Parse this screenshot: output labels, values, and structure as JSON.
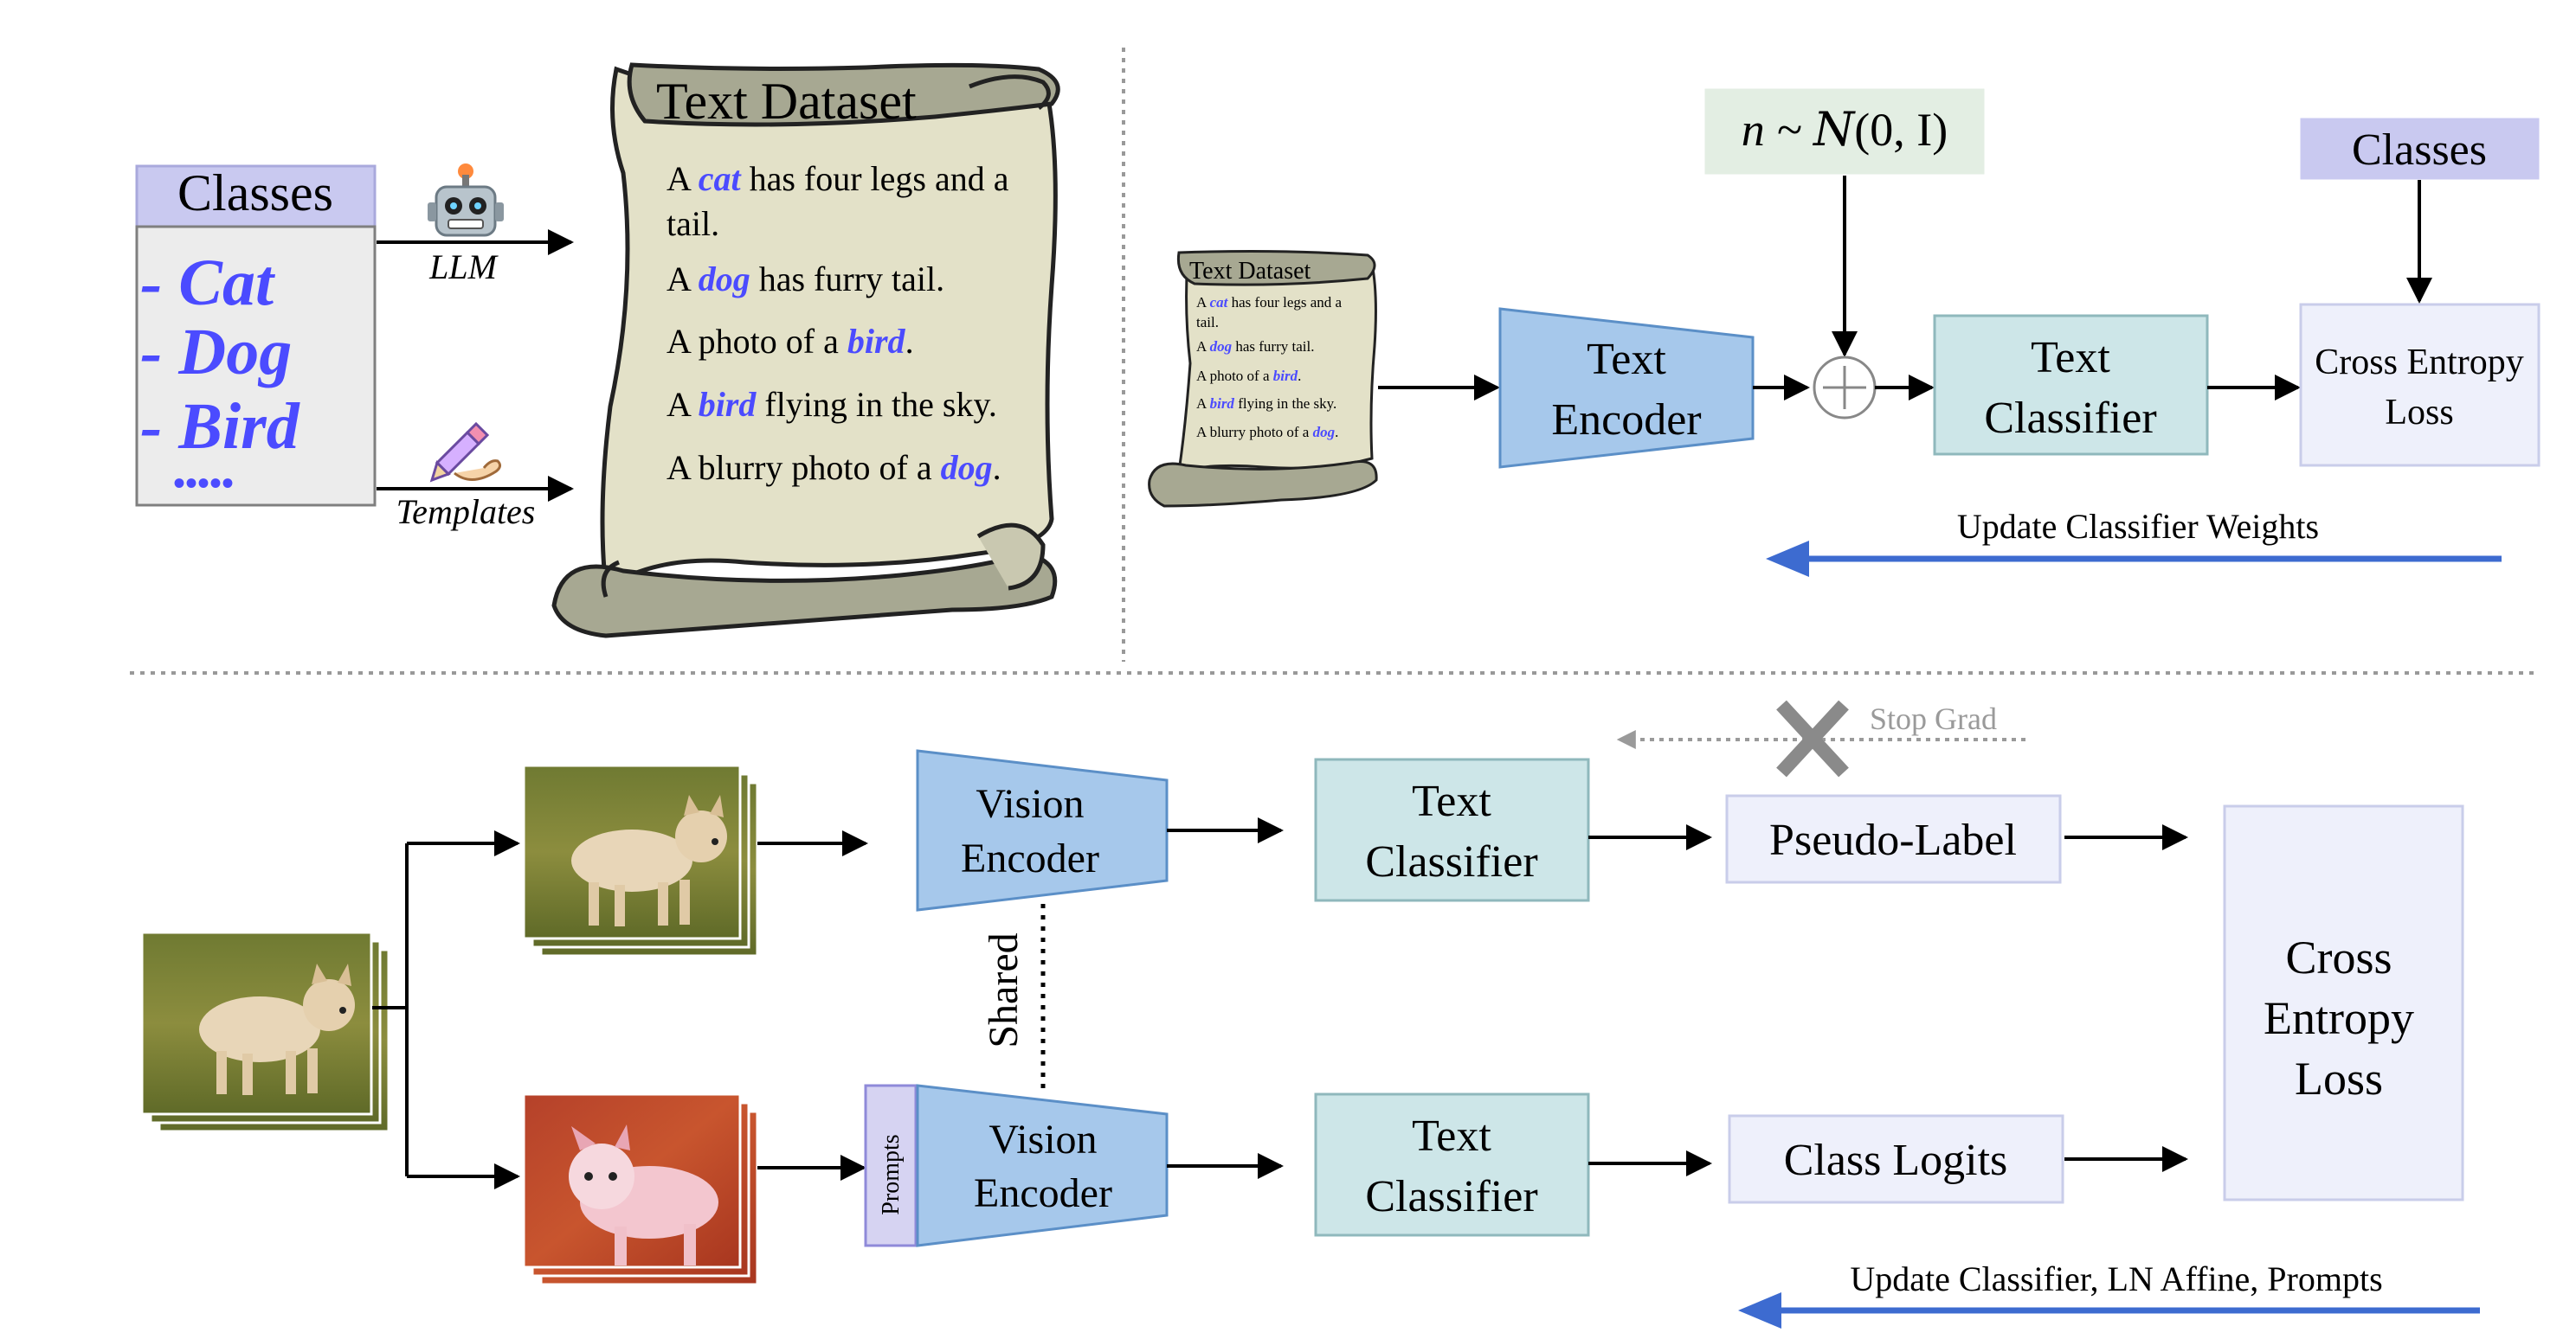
{
  "colors": {
    "class_header_fill": "#c9c9f0",
    "class_item_text": "#4b4bff",
    "encoder_fill": "#a6c8eb",
    "encoder_stroke": "#5b8fc7",
    "classifier_fill": "#cde6e8",
    "classifier_stroke": "#8fb8bc",
    "loss_fill": "#eef0fb",
    "loss_stroke": "#c9cdea",
    "noise_fill": "#e3eee3",
    "scroll_fill": "#e3e1c8",
    "scroll_dark": "#a7a892",
    "update_arrow": "#3d6bd0",
    "prompts_fill": "#d6d3f2",
    "prompts_stroke": "#8f8ad9"
  },
  "panel1": {
    "classes_header": "Classes",
    "class_items": [
      "- Cat",
      "- Dog",
      "- Bird"
    ],
    "ellipsis": "•••••",
    "llm_label": "LLM",
    "templates_label": "Templates",
    "llm_icon": "robot-icon",
    "templates_icon": "pen-writing-icon",
    "scroll_title": "Text Dataset",
    "sentences": [
      {
        "pre": "A ",
        "key": "cat",
        "post": " has four legs and a"
      },
      {
        "pre": "tail.",
        "key": "",
        "post": ""
      },
      {
        "pre": "A ",
        "key": "dog",
        "post": " has furry tail."
      },
      {
        "pre": "A photo of a ",
        "key": "bird",
        "post": "."
      },
      {
        "pre": "A ",
        "key": "bird",
        "post": " flying in the sky."
      },
      {
        "pre": "A blurry photo of a ",
        "key": "dog",
        "post": "."
      }
    ]
  },
  "panel2": {
    "scroll_title": "Text Dataset",
    "mini_sentences": [
      {
        "pre": "A ",
        "key": "cat",
        "post": " has four legs and a"
      },
      {
        "pre": "tail.",
        "key": "",
        "post": ""
      },
      {
        "pre": "A ",
        "key": "dog",
        "post": " has furry tail."
      },
      {
        "pre": "A photo of a ",
        "key": "bird",
        "post": "."
      },
      {
        "pre": "A ",
        "key": "bird",
        "post": " flying in the sky."
      },
      {
        "pre": "A blurry photo of a ",
        "key": "dog",
        "post": "."
      }
    ],
    "noise_prefix": "n ~ ",
    "noise_dist": "N",
    "noise_suffix": "(0, I)",
    "encoder_line1": "Text",
    "encoder_line2": "Encoder",
    "classifier_line1": "Text",
    "classifier_line2": "Classifier",
    "classes_label": "Classes",
    "loss_line1": "Cross Entropy",
    "loss_line2": "Loss",
    "update_label": "Update Classifier Weights"
  },
  "panel3": {
    "stop_grad_label": "Stop Grad",
    "vision_encoder_line1": "Vision",
    "vision_encoder_line2": "Encoder",
    "text_classifier_line1": "Text",
    "text_classifier_line2": "Classifier",
    "pseudo_label": "Pseudo-Label",
    "class_logits": "Class Logits",
    "shared_label": "Shared",
    "prompts_label": "Prompts",
    "loss_line1": "Cross",
    "loss_line2": "Entropy",
    "loss_line3": "Loss",
    "update_label": "Update Classifier, LN Affine, Prompts",
    "image_subject": "french-bulldog-photo"
  }
}
